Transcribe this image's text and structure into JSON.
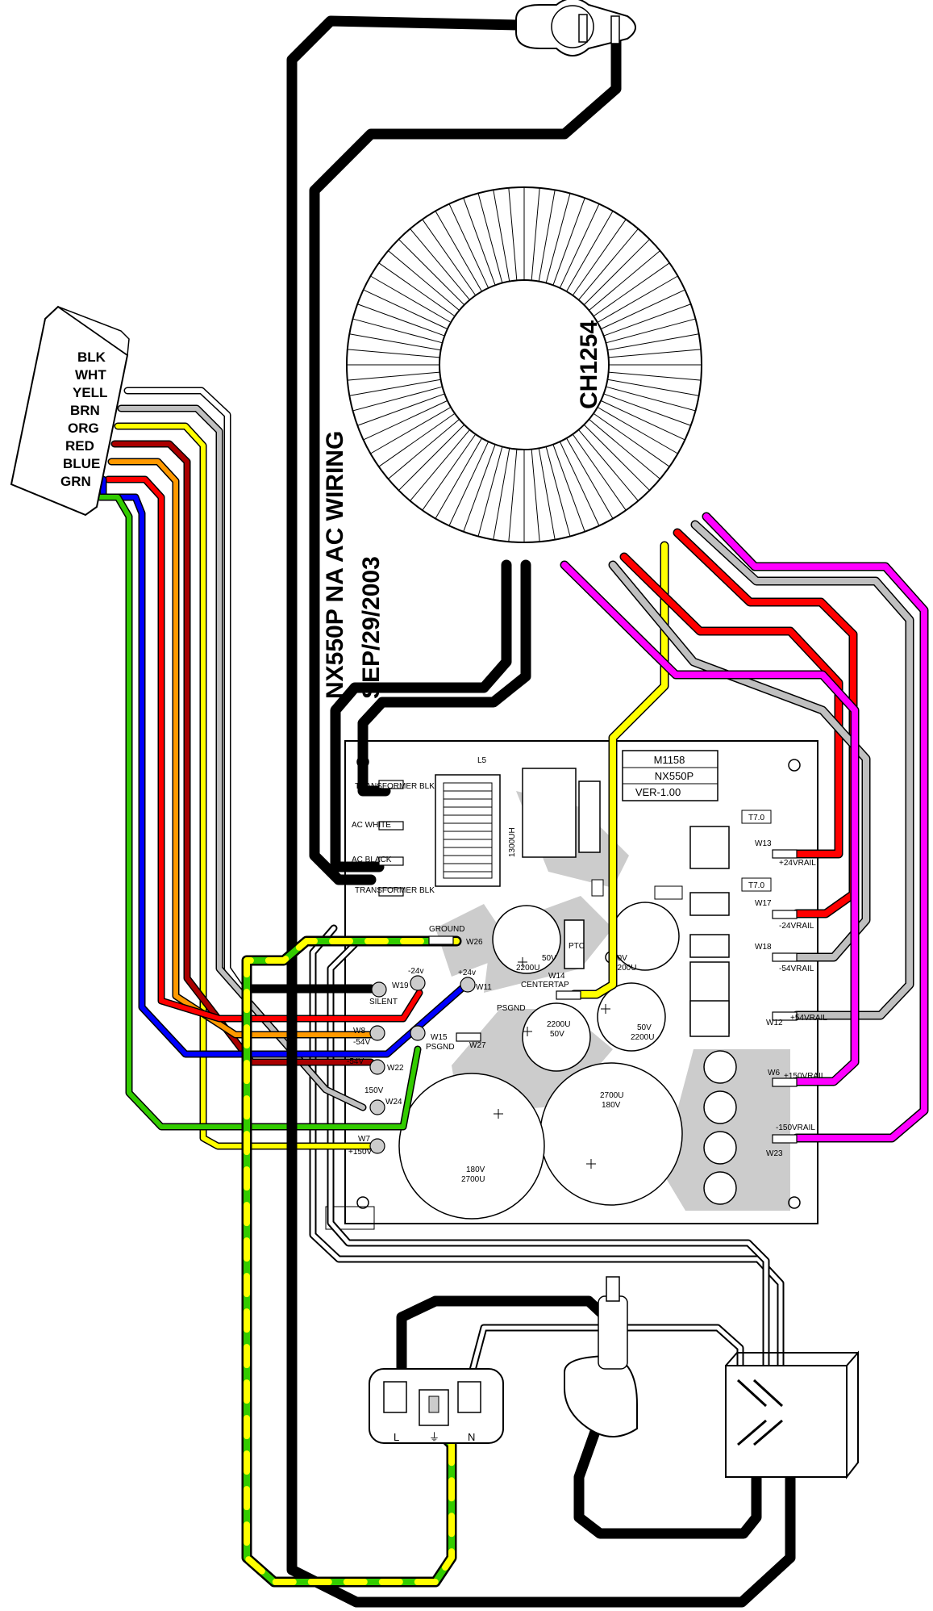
{
  "title": {
    "line1": "NX550P NA AC WIRING",
    "line2": "SEP/29/2003"
  },
  "transformer": {
    "label": "CH1254"
  },
  "connector": {
    "pins": [
      "BLK",
      "WHT",
      "YELL",
      "BRN",
      "ORG",
      "RED",
      "BLUE",
      "GRN"
    ]
  },
  "board": {
    "model": "M1158",
    "name": "NX550P",
    "version": "VER-1.00",
    "inductor_ref": "L5",
    "inductor_value": "1300UH",
    "ptc": "PTC",
    "terminals": {
      "transformer_blk_top": "TRANSFORMER BLK",
      "ac_white": "AC WHITE",
      "ac_black": "AC BLACK",
      "transformer_blk_bottom": "TRANSFORMER BLK",
      "ground": "GROUND",
      "w26": "W26",
      "silent": "SILENT",
      "w19": "W19",
      "minus24v_small": "-24v",
      "plus24v_small": "+24v",
      "w11": "W11",
      "w14": "W14",
      "centertap": "CENTERTAP",
      "psgnd": "PSGND",
      "w8": "W8",
      "minus54v": "-54V",
      "w15": "W15",
      "psgnd_w15": "PSGND",
      "w27": "W27",
      "minus54v_b": "-54V",
      "w22": "W22",
      "v150": "150V",
      "w24": "W24",
      "w7": "W7",
      "plus150v": "+150V",
      "w13": "W13",
      "plus24vrail": "+24VRAIL",
      "w17": "W17",
      "minus24vrail": "-24VRAIL",
      "w18": "W18",
      "minus54vrail": "-54VRAIL",
      "w12": "W12",
      "plus54vrail": "+54VRAIL",
      "w6": "W6",
      "plus150vrail": "+150VRAIL",
      "minus150vrail": "-150VRAIL",
      "w23": "W23",
      "fuse1": "T7.0",
      "fuse2": "T7.0"
    },
    "caps": {
      "c1_v": "50V",
      "c1_u": "2200U",
      "c2_v": "50V",
      "c2_u": "2200U",
      "c3_u": "2200U",
      "c3_v": "50V",
      "c4_v": "50V",
      "c4_u": "2200U",
      "c5_u": "2700U",
      "c5_v": "180V",
      "c6_v": "180V",
      "c6_u": "2700U"
    }
  },
  "ac_inlet": {
    "live": "L",
    "neutral": "N",
    "earth": "⏚"
  },
  "colors": {
    "black": "#000000",
    "white": "#ffffff",
    "yellow": "#ffff00",
    "brown": "#aa0000",
    "orange": "#ff9900",
    "red": "#ff0000",
    "blue": "#0000ff",
    "green": "#33cc00",
    "gray": "#c0c0c0",
    "magenta": "#ff00ff",
    "board_gray": "#cccccc"
  }
}
